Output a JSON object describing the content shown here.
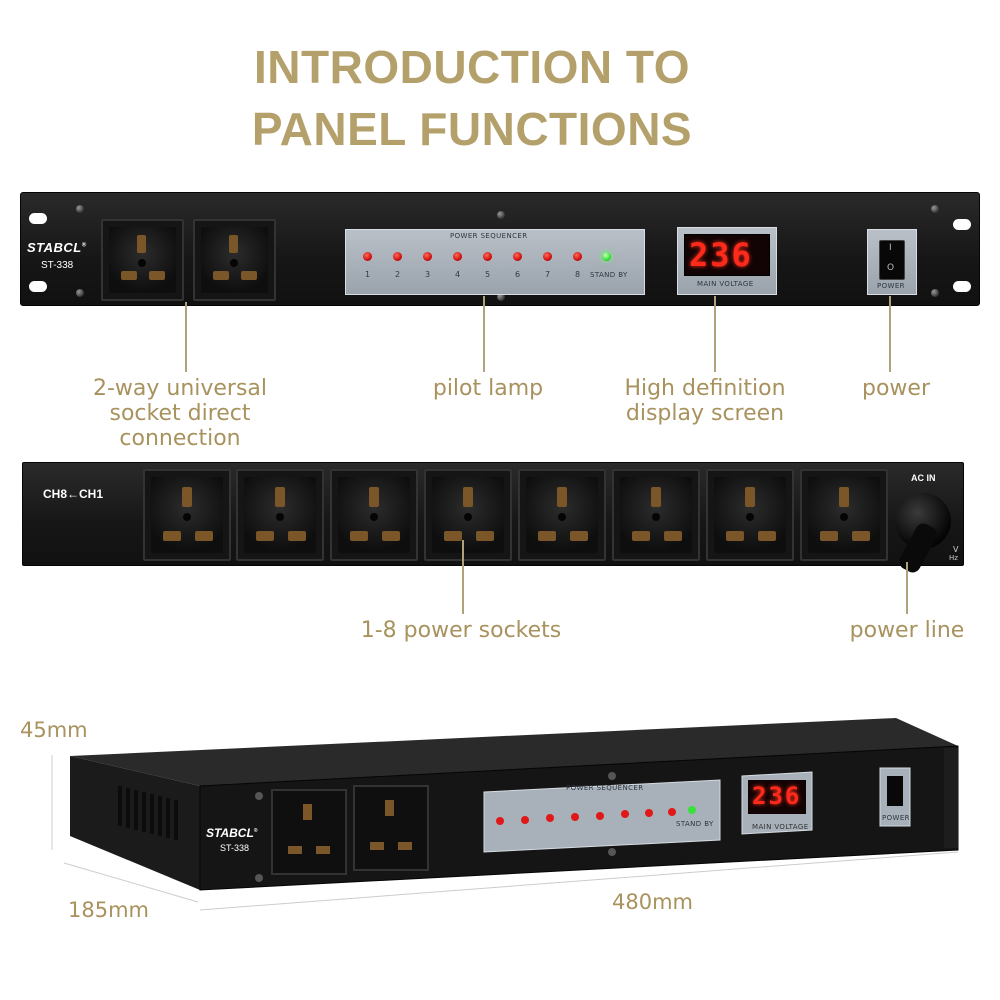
{
  "title": {
    "line1": "INTRODUCTION TO",
    "line2": "PANEL FUNCTIONS"
  },
  "front_panel": {
    "brand": "STABCL",
    "registered": "®",
    "model": "ST-338",
    "sequencer_label": "POWER SEQUENCER",
    "channels": [
      "1",
      "2",
      "3",
      "4",
      "5",
      "6",
      "7",
      "8"
    ],
    "standby_label": "STAND BY",
    "display_value": "236",
    "display_label": "MAIN VOLTAGE",
    "switch_on": "I",
    "switch_off": "O",
    "power_label": "POWER"
  },
  "callouts": {
    "sockets": [
      "2-way universal",
      "socket direct",
      "connection"
    ],
    "pilot_lamp": "pilot lamp",
    "display": [
      "High definition",
      "display screen"
    ],
    "power": "power"
  },
  "rear_panel": {
    "channel_direction": "CH8←CH1",
    "ac_in": "AC IN",
    "rating_fragment": "V",
    "hz_fragment": "Hz"
  },
  "rear_callouts": {
    "sockets": "1-8 power sockets",
    "power_line": "power line"
  },
  "dimensions": {
    "height": "45mm",
    "depth": "185mm",
    "width": "480mm"
  },
  "colors": {
    "accent_text": "#a8925e",
    "title_text": "#b4a06a",
    "led_red": "#e01818",
    "led_green": "#38e238",
    "display_red": "#ff2a1a"
  }
}
